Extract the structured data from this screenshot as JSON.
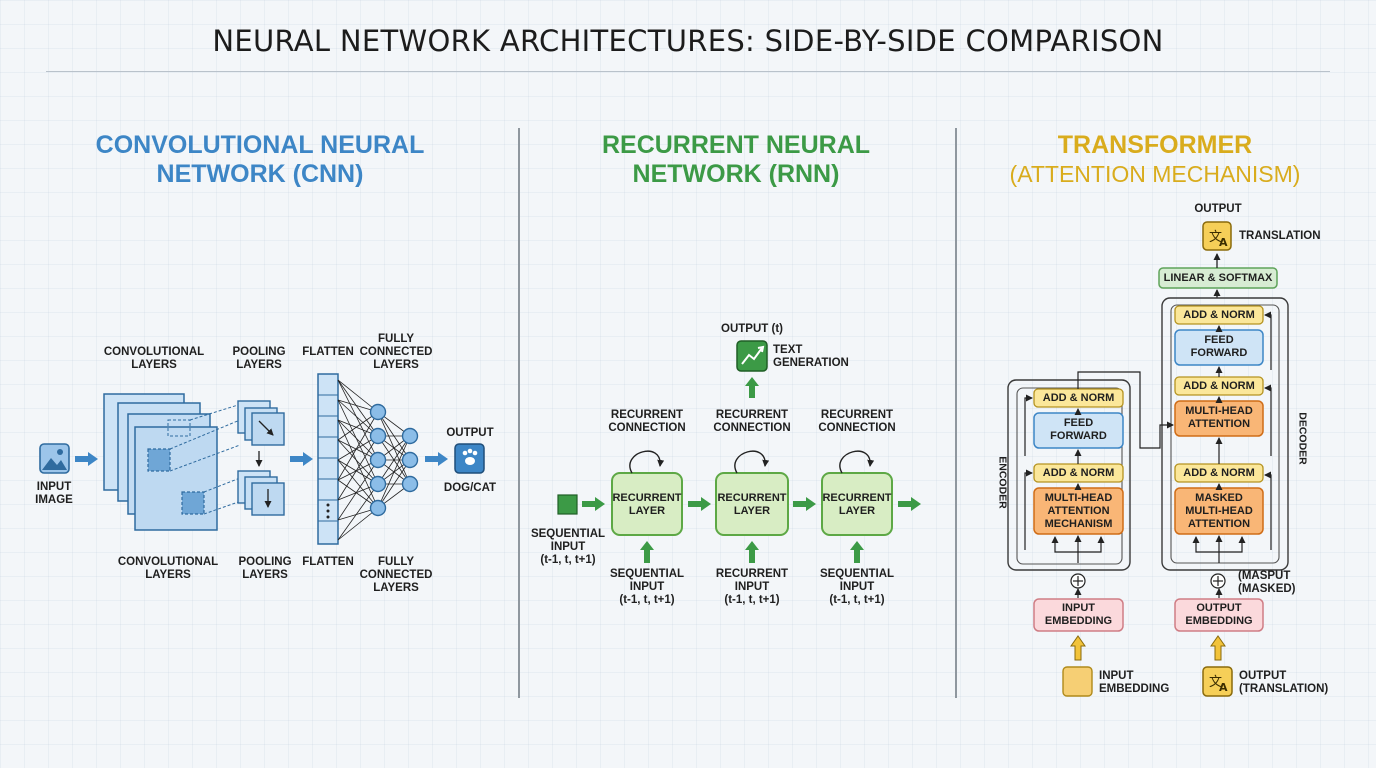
{
  "title": "NEURAL NETWORK ARCHITECTURES: SIDE-BY-SIDE COMPARISON",
  "colors": {
    "cnn_accent": "#3d86c6",
    "rnn_accent": "#3c9a46",
    "transformer_accent": "#d9ac1d",
    "rnn_box_fill": "#d8edc4",
    "rnn_box_stroke": "#5da845",
    "embed_fill": "#fbd9dc",
    "attention_fill": "#f9b676",
    "addnorm_fill": "#fbe79a",
    "feedforward_fill": "#cfe4f6",
    "softmax_fill": "#d7ecd3"
  },
  "cnn": {
    "title_line1": "CONVOLUTIONAL NEURAL",
    "title_line2": "NETWORK (CNN)",
    "input_label": "INPUT\nIMAGE",
    "conv_top_label": "CONVOLUTIONAL\nLAYERS",
    "pool_top_label": "POOLING\nLAYERS",
    "flatten_top_label": "FLATTEN",
    "fc_top_label": "FULLY\nCONNECTED\nLAYERS",
    "output_label": "OUTPUT",
    "output_class": "DOG/CAT",
    "conv_bottom_label": "CONVOLUTIONAL\nLAYERS",
    "pool_bottom_label": "POOLING\nLAYERS",
    "flatten_bottom_label": "FLATTEN",
    "fc_bottom_label": "FULLY\nCONNECTED\nLAYERS",
    "image_icon": "image-icon",
    "output_icon": "paw-icon"
  },
  "rnn": {
    "title_line1": "RECURRENT NEURAL",
    "title_line2": "NETWORK (RNN)",
    "output_label": "OUTPUT (t)",
    "output_text": "TEXT\nGENERATION",
    "output_icon": "chart-trend-icon",
    "left_input_label": "SEQUENTIAL\nINPUT\n(t-1, t, t+1)",
    "cells": [
      {
        "connection": "RECURRENT\nCONNECTION",
        "box": "RECURRENT\nLAYER",
        "input": "SEQUENTIAL\nINPUT\n(t-1, t, t+1)"
      },
      {
        "connection": "RECURRENT\nCONNECTION",
        "box": "RECURRENT\nLAYER",
        "input": "RECURRENT\nINPUT\n(t-1, t, t+1)"
      },
      {
        "connection": "RECURRENT\nCONNECTION",
        "box": "RECURRENT\nLAYER",
        "input": "SEQUENTIAL\nINPUT\n(t-1, t, t+1)"
      }
    ]
  },
  "transformer": {
    "title_line1": "TRANSFORMER",
    "title_line2": "(ATTENTION MECHANISM)",
    "output_label": "OUTPUT",
    "output_text": "TRANSLATION",
    "output_icon": "translate-icon",
    "softmax": "LINEAR & SOFTMAX",
    "encoder_label": "ENCODER",
    "decoder_label": "DECODER",
    "encoder": {
      "add_norm_top": "ADD & NORM",
      "feed_forward": "FEED\nFORWARD",
      "add_norm_bottom": "ADD & NORM",
      "attention": "MULTI-HEAD\nATTENTION\nMECHANISM",
      "embedding": "INPUT\nEMBEDDING",
      "input_label": "INPUT\nEMBEDDING"
    },
    "decoder": {
      "add_norm_1": "ADD & NORM",
      "feed_forward": "FEED\nFORWARD",
      "add_norm_2": "ADD & NORM",
      "cross_attention": "MULTI-HEAD\nATTENTION",
      "add_norm_3": "ADD & NORM",
      "masked_attention": "MASKED\nMULTI-HEAD\nATTENTION",
      "embedding": "OUTPUT\nEMBEDDING",
      "mask_note": "(MASPUT\n(MASKED)",
      "input_label": "OUTPUT\n(TRANSLATION)"
    }
  }
}
